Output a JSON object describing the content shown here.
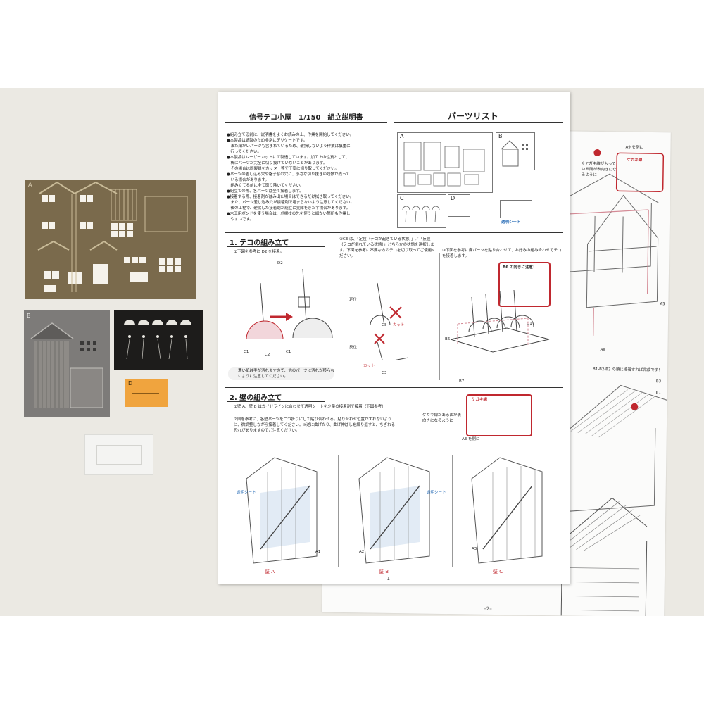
{
  "kit": {
    "sheet_a_label": "A",
    "sheet_b_label": "B",
    "sheet_d_label": "D"
  },
  "page1": {
    "title": "信号テコ小屋　1/150　組立説明書",
    "parts_title": "パーツリスト",
    "intro": [
      "●組み立てる前に、説明書をよくお読みの上、作業を開始してください。",
      "●本製品は紙製のため非常にデリケートです。",
      "　また細かいパーツも含まれているため、破損しないよう作業は慎重に",
      "　行ってください。",
      "●本製品はレーザーカットにて製造しています。加工上の性質として、",
      "　稀にパーツが完全に切り抜けていないことがあります。",
      "　その場合は断裂線をカッター等で丁寧に切り取ってください。",
      "●パーツの差し込み穴や格子窓の穴に、小さな切り抜きの残骸が残って",
      "　いる場合があります。",
      "　組み立てる前に全て取り除いてください。",
      "●組立ての際、各パーツは全て接着します。",
      "●接着する際、接着剤がはみ出た場合はできるだけ拭き取ってください。",
      "　また、パーツ差し込み穴が接着剤で埋まらないよう注意してください。",
      "　後の工程で、硬化した接着剤が組立に支障をきたす場合があります。",
      "●木工用ボンドを使う場合は、爪楊枝の先を使うと細かい箇所も作業し",
      "　やすいです。"
    ],
    "parts_labels": [
      "A",
      "B",
      "C",
      "D"
    ],
    "clear_sheet_label": "透明シート",
    "section1_title": "1. テコの組み立て",
    "s1_step1": "①下図を参考に D2 を接着。",
    "s1_step2": "②C3 は、「定位（テコが起きている状態）」／「反位（テコが倒れている状態）」どちらかの状態を選択します。下図を参考に不要な方のテコを切り取ってご使用ください。",
    "s1_step3": "③下図を参考に床パーツを貼り合わせて、お好みの組み合わせでテコを接着します。",
    "teii": "定位",
    "hani": "反位",
    "cut": "カット",
    "b6_warning": "B6 の向きに注意！",
    "glue_warning": "濃い紙は手が汚れますので、他のパーツに汚れが移らないように注意してください。",
    "part_labels_s1": [
      "D2",
      "C1",
      "C2",
      "C1",
      "C3",
      "C3",
      "B6",
      "B7",
      "D1"
    ],
    "section2_title": "2. 壁の組み立て",
    "s2_step1": "①壁 A、壁 B はガイドラインに合わせて透明シートを少量の接着剤で接着（下図参考）",
    "s2_step2": "②図を参考に、各壁パーツを二つ折りにして貼り合わせる。貼り合わせ位置がずれないように、微調整しながら接着してください。※逆に曲げたり、曲げ伸ばしを繰り返すと、ちぎれる恐れがありますのでご注意ください。",
    "kegaki_label": "ケガキ線",
    "kegaki_note": "ケガキ線がある面が表向きになるように",
    "a3_note": "A3 を例に",
    "clear_sheet_tag": "透明シート",
    "wall_labels": [
      "壁 A",
      "壁 B",
      "壁 C"
    ],
    "wall_parts": [
      "A1",
      "A2",
      "A3"
    ],
    "page_number": "–1–"
  },
  "page2": {
    "a9_note": "A9 を例に",
    "kegaki_label": "ケガキ線",
    "kegaki_note": "※ケガキ線が入っている面が表向きになるように",
    "labels": [
      "A5",
      "A8",
      "B3",
      "B1"
    ],
    "b_order": "B1-B2-B3 の順に接着すれば完成です！",
    "page_number": "–2–"
  },
  "colors": {
    "backdrop": "#ebe9e3",
    "sheet_a": "#7a6a4c",
    "sheet_b": "#7d7b79",
    "sheet_black": "#1d1c1b",
    "sheet_d": "#f0a43e",
    "accent_red": "#c0282f",
    "accent_blue": "#2c6fb8"
  }
}
